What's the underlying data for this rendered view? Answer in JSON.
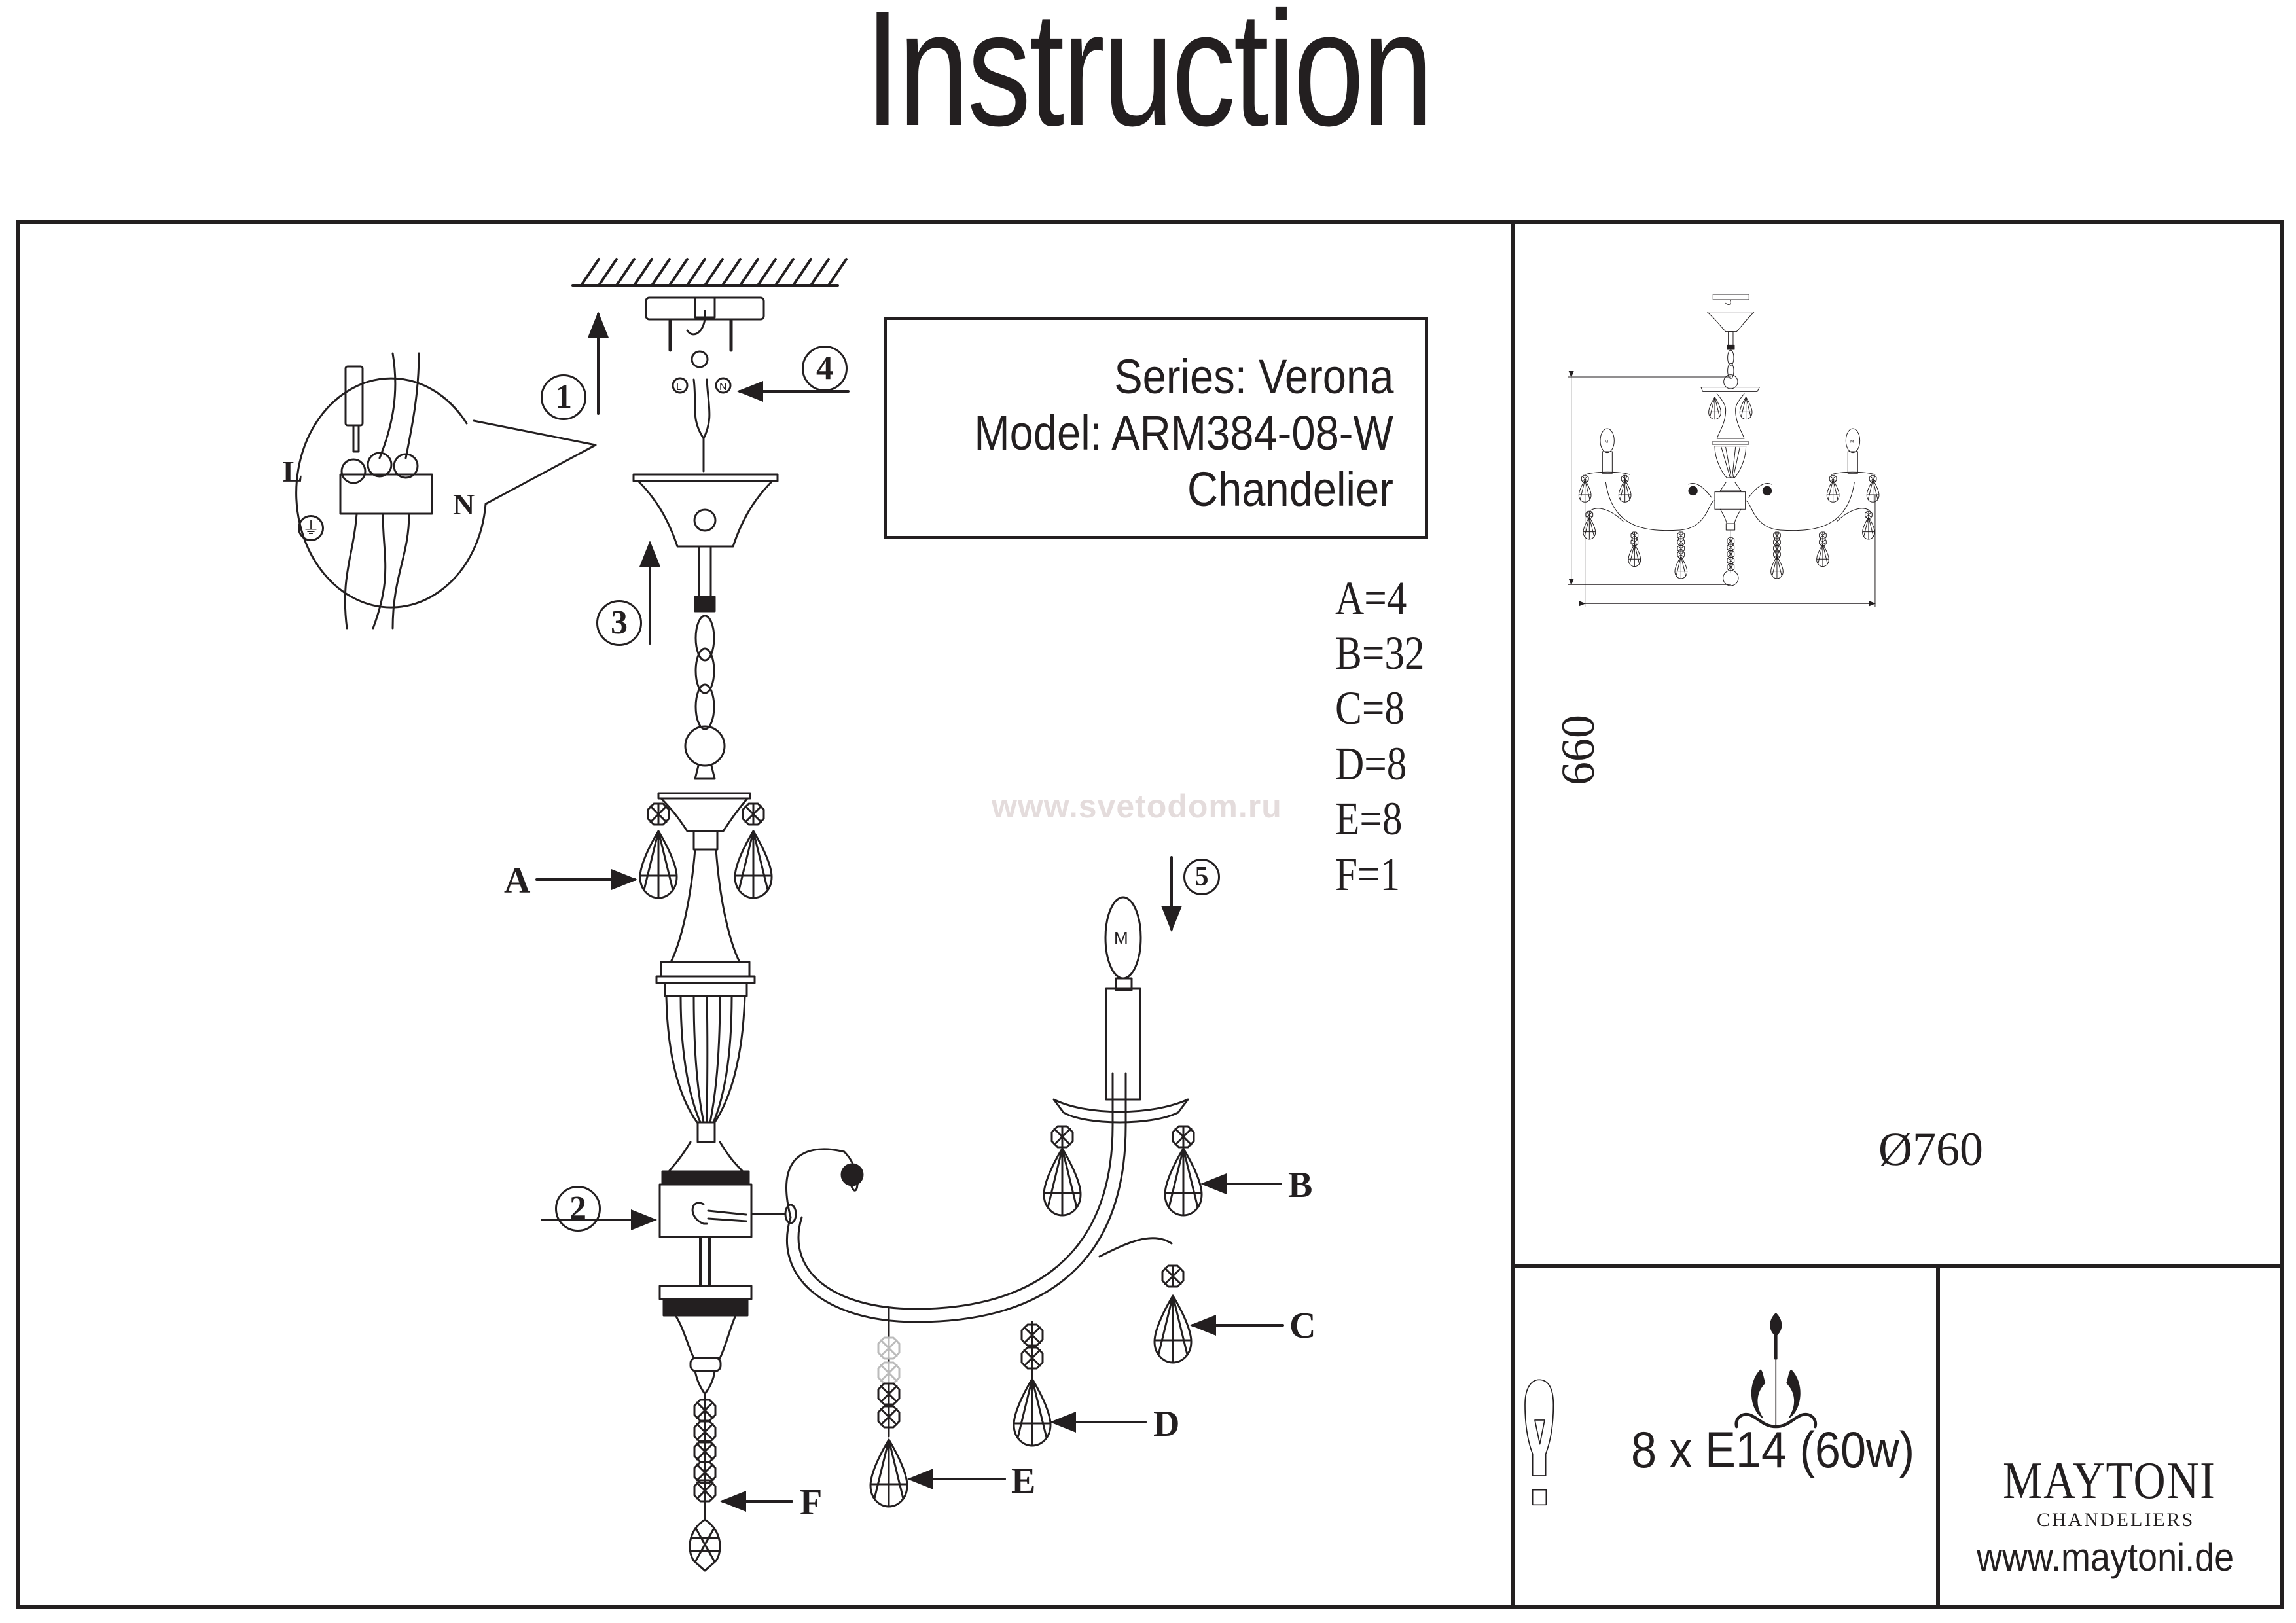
{
  "document": {
    "title": "Instruction",
    "watermark": "www.svetodom.ru"
  },
  "product": {
    "series": "Series: Verona",
    "model": "Model: ARM384-08-W",
    "type": "Chandelier"
  },
  "parts": [
    {
      "label": "A",
      "count": "A=4"
    },
    {
      "label": "B",
      "count": "B=32"
    },
    {
      "label": "C",
      "count": "C=8"
    },
    {
      "label": "D",
      "count": "D=8"
    },
    {
      "label": "E",
      "count": "E=8"
    },
    {
      "label": "F",
      "count": "F=1"
    }
  ],
  "steps": [
    "1",
    "2",
    "3",
    "4",
    "5"
  ],
  "wiring": {
    "live": "L",
    "neutral": "N",
    "earth_icon": "earth-ground-icon"
  },
  "dimensions": {
    "height": "660",
    "diameter": "Ø760"
  },
  "bulb": {
    "spec": "8 x E14 (60w)",
    "icon": "light-bulb-icon"
  },
  "brand": {
    "name": "MAYTONI",
    "tagline": "CHANDELIERS",
    "url": "www.maytoni.de",
    "logo_icon": "chandelier-ornament-icon"
  }
}
